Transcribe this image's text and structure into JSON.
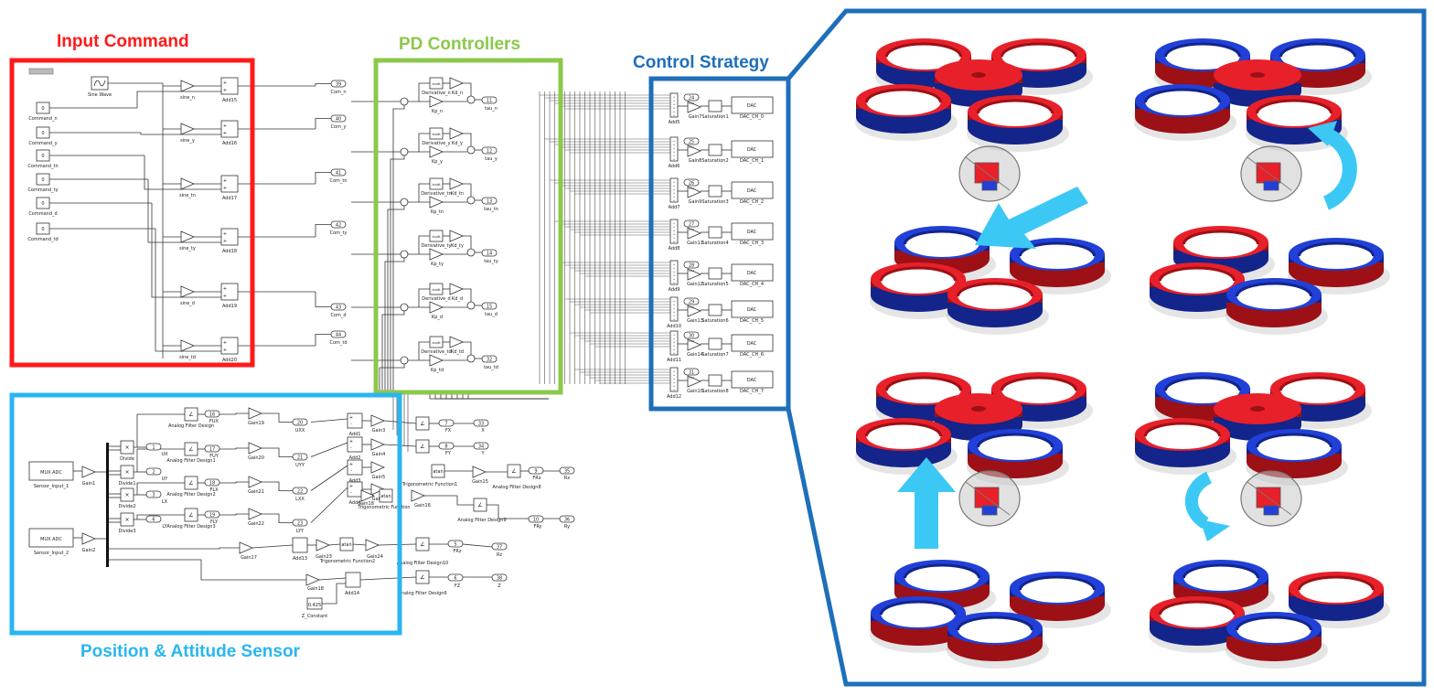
{
  "sections": {
    "input_command": {
      "title": "Input Command",
      "color": "#ff1a1a"
    },
    "pd_controllers": {
      "title": "PD Controllers",
      "color": "#8cc84b"
    },
    "control_strategy": {
      "title": "Control Strategy",
      "color": "#1e6fba"
    },
    "sensor": {
      "title": "Position & Attitude Sensor",
      "color": "#29b6f0"
    }
  },
  "colors": {
    "magnet_red": "#e8202a",
    "magnet_blue": "#2040d8",
    "arrow": "#3cc8f5",
    "frame": "#1e6fba"
  },
  "input": {
    "sine": "Sine Wave",
    "commands": [
      "Command_n",
      "Command_y",
      "Command_tn",
      "Command_ty",
      "Command_d",
      "Command_td"
    ],
    "gains": [
      "sine_n",
      "sine_y",
      "sine_tn",
      "sine_ty",
      "sine_d",
      "sine_td"
    ],
    "adds": [
      "Add15",
      "Add16",
      "Add17",
      "Add18",
      "Add19",
      "Add20"
    ],
    "outs": [
      {
        "num": "39",
        "label": "Com_n"
      },
      {
        "num": "40",
        "label": "Com_y"
      },
      {
        "num": "41",
        "label": "Com_tn"
      },
      {
        "num": "42",
        "label": "Com_ty"
      },
      {
        "num": "43",
        "label": "Com_d"
      },
      {
        "num": "44",
        "label": "Com_td"
      }
    ]
  },
  "pd": [
    {
      "deriv": "Derivative_n",
      "kd": "Kd_n",
      "kp": "Kp_n",
      "num": "11",
      "tau": "tau_n"
    },
    {
      "deriv": "Derivative_y",
      "kd": "Kd_y",
      "kp": "Kp_y",
      "num": "12",
      "tau": "tau_y"
    },
    {
      "deriv": "Derivative_tn",
      "kd": "Kd_tn",
      "kp": "Kp_tn",
      "num": "13",
      "tau": "tau_tn"
    },
    {
      "deriv": "Derivative_ty",
      "kd": "Kd_ty",
      "kp": "Kp_ty",
      "num": "14",
      "tau": "tau_ty"
    },
    {
      "deriv": "Derivative_d",
      "kd": "Kd_d",
      "kp": "Kp_d",
      "num": "15",
      "tau": "tau_d"
    },
    {
      "deriv": "Derivative_td",
      "kd": "Kd_td",
      "kp": "Kp_td",
      "num": "32",
      "tau": "tau_td"
    }
  ],
  "deriv_symbol": "du/dt",
  "strategy": [
    {
      "add": "Add5",
      "num": "24",
      "gain": "Gain7",
      "sat": "Saturation1",
      "dac": "DAC_CH_0",
      "ch": "CH0"
    },
    {
      "add": "Add6",
      "num": "25",
      "gain": "Gain8",
      "sat": "Saturation2",
      "dac": "DAC_CH_1",
      "ch": "CH1"
    },
    {
      "add": "Add7",
      "num": "26",
      "gain": "Gain9",
      "sat": "Saturation3",
      "dac": "DAC_CH_2",
      "ch": "CH2"
    },
    {
      "add": "Add8",
      "num": "27",
      "gain": "Gain11",
      "sat": "Saturation4",
      "dac": "DAC_CH_3",
      "ch": "CH3"
    },
    {
      "add": "Add9",
      "num": "28",
      "gain": "Gain12",
      "sat": "Saturation5",
      "dac": "DAC_CH_4",
      "ch": "CH4"
    },
    {
      "add": "Add10",
      "num": "29",
      "gain": "Gain13",
      "sat": "Saturation6",
      "dac": "DAC_CH_5",
      "ch": "CH5"
    },
    {
      "add": "Add11",
      "num": "30",
      "gain": "Gain14",
      "sat": "Saturation7",
      "dac": "DAC_CH_6",
      "ch": "CH6"
    },
    {
      "add": "Add12",
      "num": "31",
      "gain": "Gain10",
      "sat": "Saturation8",
      "dac": "DAC_CH_7",
      "ch": "CH7"
    }
  ],
  "dac_block": "DAC",
  "sensor": {
    "mux1": "MUX ADC",
    "mux1_label": "Sensor_Input_1",
    "mux2": "MUX ADC",
    "mux2_label": "Sensor_Input_2",
    "gain1": "Gain1",
    "gain2": "Gain2",
    "divides": [
      "Divide",
      "Divide1",
      "Divide2",
      "Divide3"
    ],
    "mid_outs": [
      {
        "num": "1",
        "label": "UX"
      },
      {
        "num": "2",
        "label": "UY"
      },
      {
        "num": "3",
        "label": "LX"
      },
      {
        "num": "6",
        "label": "LY"
      }
    ],
    "filters": [
      {
        "label": "Analog Filter Design",
        "num": "16",
        "out": "FUX",
        "gain": "Gain19",
        "num2": "20",
        "out2": "UXX"
      },
      {
        "label": "Analog Filter Design1",
        "num": "17",
        "out": "FUY",
        "gain": "Gain20",
        "num2": "21",
        "out2": "UYY"
      },
      {
        "label": "Analog Filter Design2",
        "num": "18",
        "out": "FLX",
        "gain": "Gain21",
        "num2": "22",
        "out2": "LXX"
      },
      {
        "label": "Analog Filter Design3",
        "num": "19",
        "out": "FLY",
        "gain": "Gain22",
        "num2": "23",
        "out2": "LYY"
      }
    ],
    "adds": [
      "Add1",
      "Add2",
      "Add3",
      "Add4"
    ],
    "gains": [
      "Gain3",
      "Gain4",
      "Gain5",
      "Gain6"
    ],
    "right_outs": [
      {
        "num": "7",
        "label": "FX",
        "n2": "33",
        "l2": "X"
      },
      {
        "num": "8",
        "label": "FY",
        "n2": "34",
        "l2": "Y"
      }
    ],
    "trig": "Trigonometric Function",
    "trig1": "Trigonometric Function1",
    "trig2": "Trigonometric Function2",
    "atan": "atan",
    "gain15": "Gain15",
    "gain16": "Gain16",
    "gain17": "Gain17",
    "gain18": "Gain18",
    "gain23": "Gain23",
    "gain24": "Gain24",
    "add13": "Add13",
    "add14": "Add14",
    "filter8": "Analog Filter Design8",
    "filter9": "Analog Filter Design9",
    "filter10": "Analog Filter Design10",
    "filter6": "Analog Filter Design6",
    "frx": {
      "num": "9",
      "label": "FRx",
      "n2": "35",
      "l2": "Rx"
    },
    "fry": {
      "num": "10",
      "label": "FRy",
      "n2": "36",
      "l2": "Ry"
    },
    "frz": {
      "num": "5",
      "label": "FRz",
      "n2": "37",
      "l2": "Rz"
    },
    "fz": {
      "num": "6",
      "label": "FZ",
      "n2": "38",
      "l2": "Z"
    },
    "const": "0.425",
    "const_label": "Z_Constant"
  }
}
